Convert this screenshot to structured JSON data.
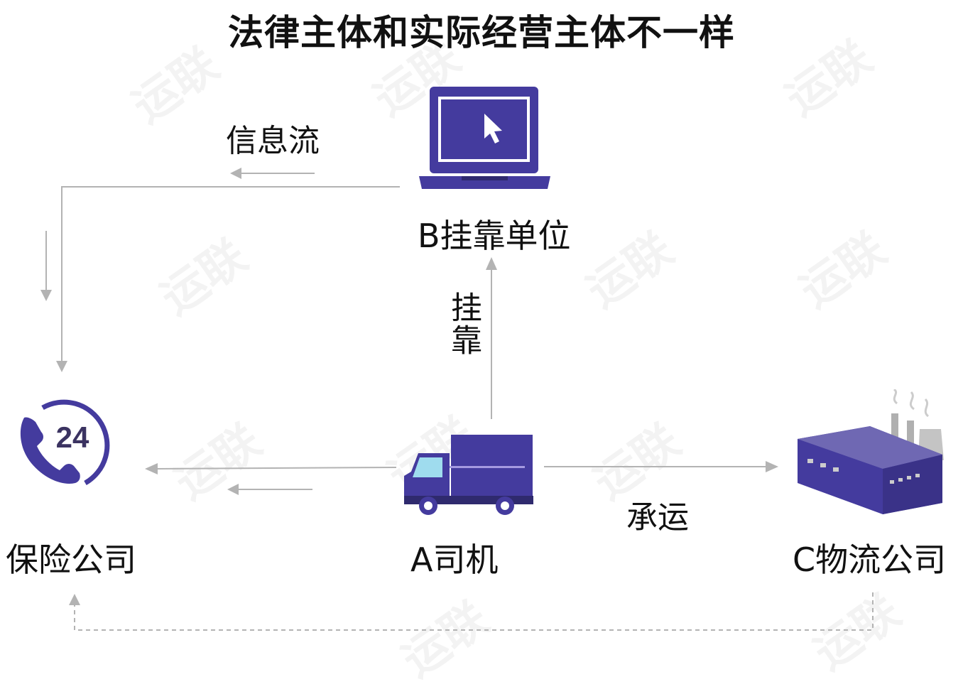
{
  "title": "法律主体和实际经营主体不一样",
  "labels": {
    "info_flow": "信息流",
    "entity_b": "B挂靠单位",
    "affiliation": "挂靠",
    "insurance": "保险公司",
    "driver_a": "A司机",
    "carrier": "承运",
    "logistics_c": "C物流公司"
  },
  "icons": {
    "phone_badge": "24",
    "laptop": "laptop-cursor-icon",
    "phone": "phone-24-icon",
    "truck": "truck-icon",
    "factory": "factory-icon"
  },
  "colors": {
    "accent": "#443b9e",
    "accent_dark": "#2f2a6e",
    "arrow": "#b3b3b3",
    "screen_light": "#9fdcee"
  },
  "watermark": "运联"
}
